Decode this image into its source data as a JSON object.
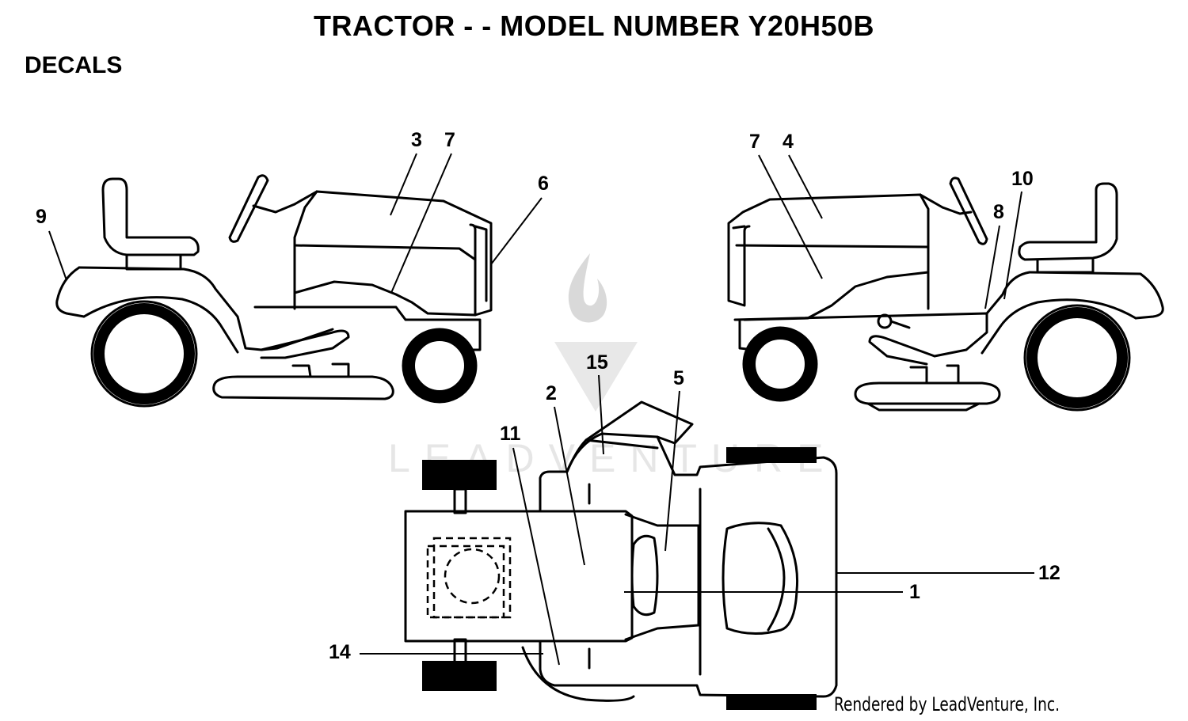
{
  "header": {
    "title": "TRACTOR - - MODEL NUMBER Y20H50B",
    "subtitle": "DECALS"
  },
  "watermark": {
    "text": "LEADVENTURE"
  },
  "callouts": {
    "left_view": [
      "9",
      "3",
      "7",
      "6"
    ],
    "right_view": [
      "7",
      "4",
      "10",
      "8"
    ],
    "top_view": [
      "15",
      "2",
      "5",
      "11",
      "12",
      "1",
      "14"
    ]
  },
  "footer": {
    "credit": "Rendered by LeadVenture, Inc."
  },
  "colors": {
    "line": "#000000",
    "background": "#ffffff",
    "watermark": "#d9d9d9"
  }
}
